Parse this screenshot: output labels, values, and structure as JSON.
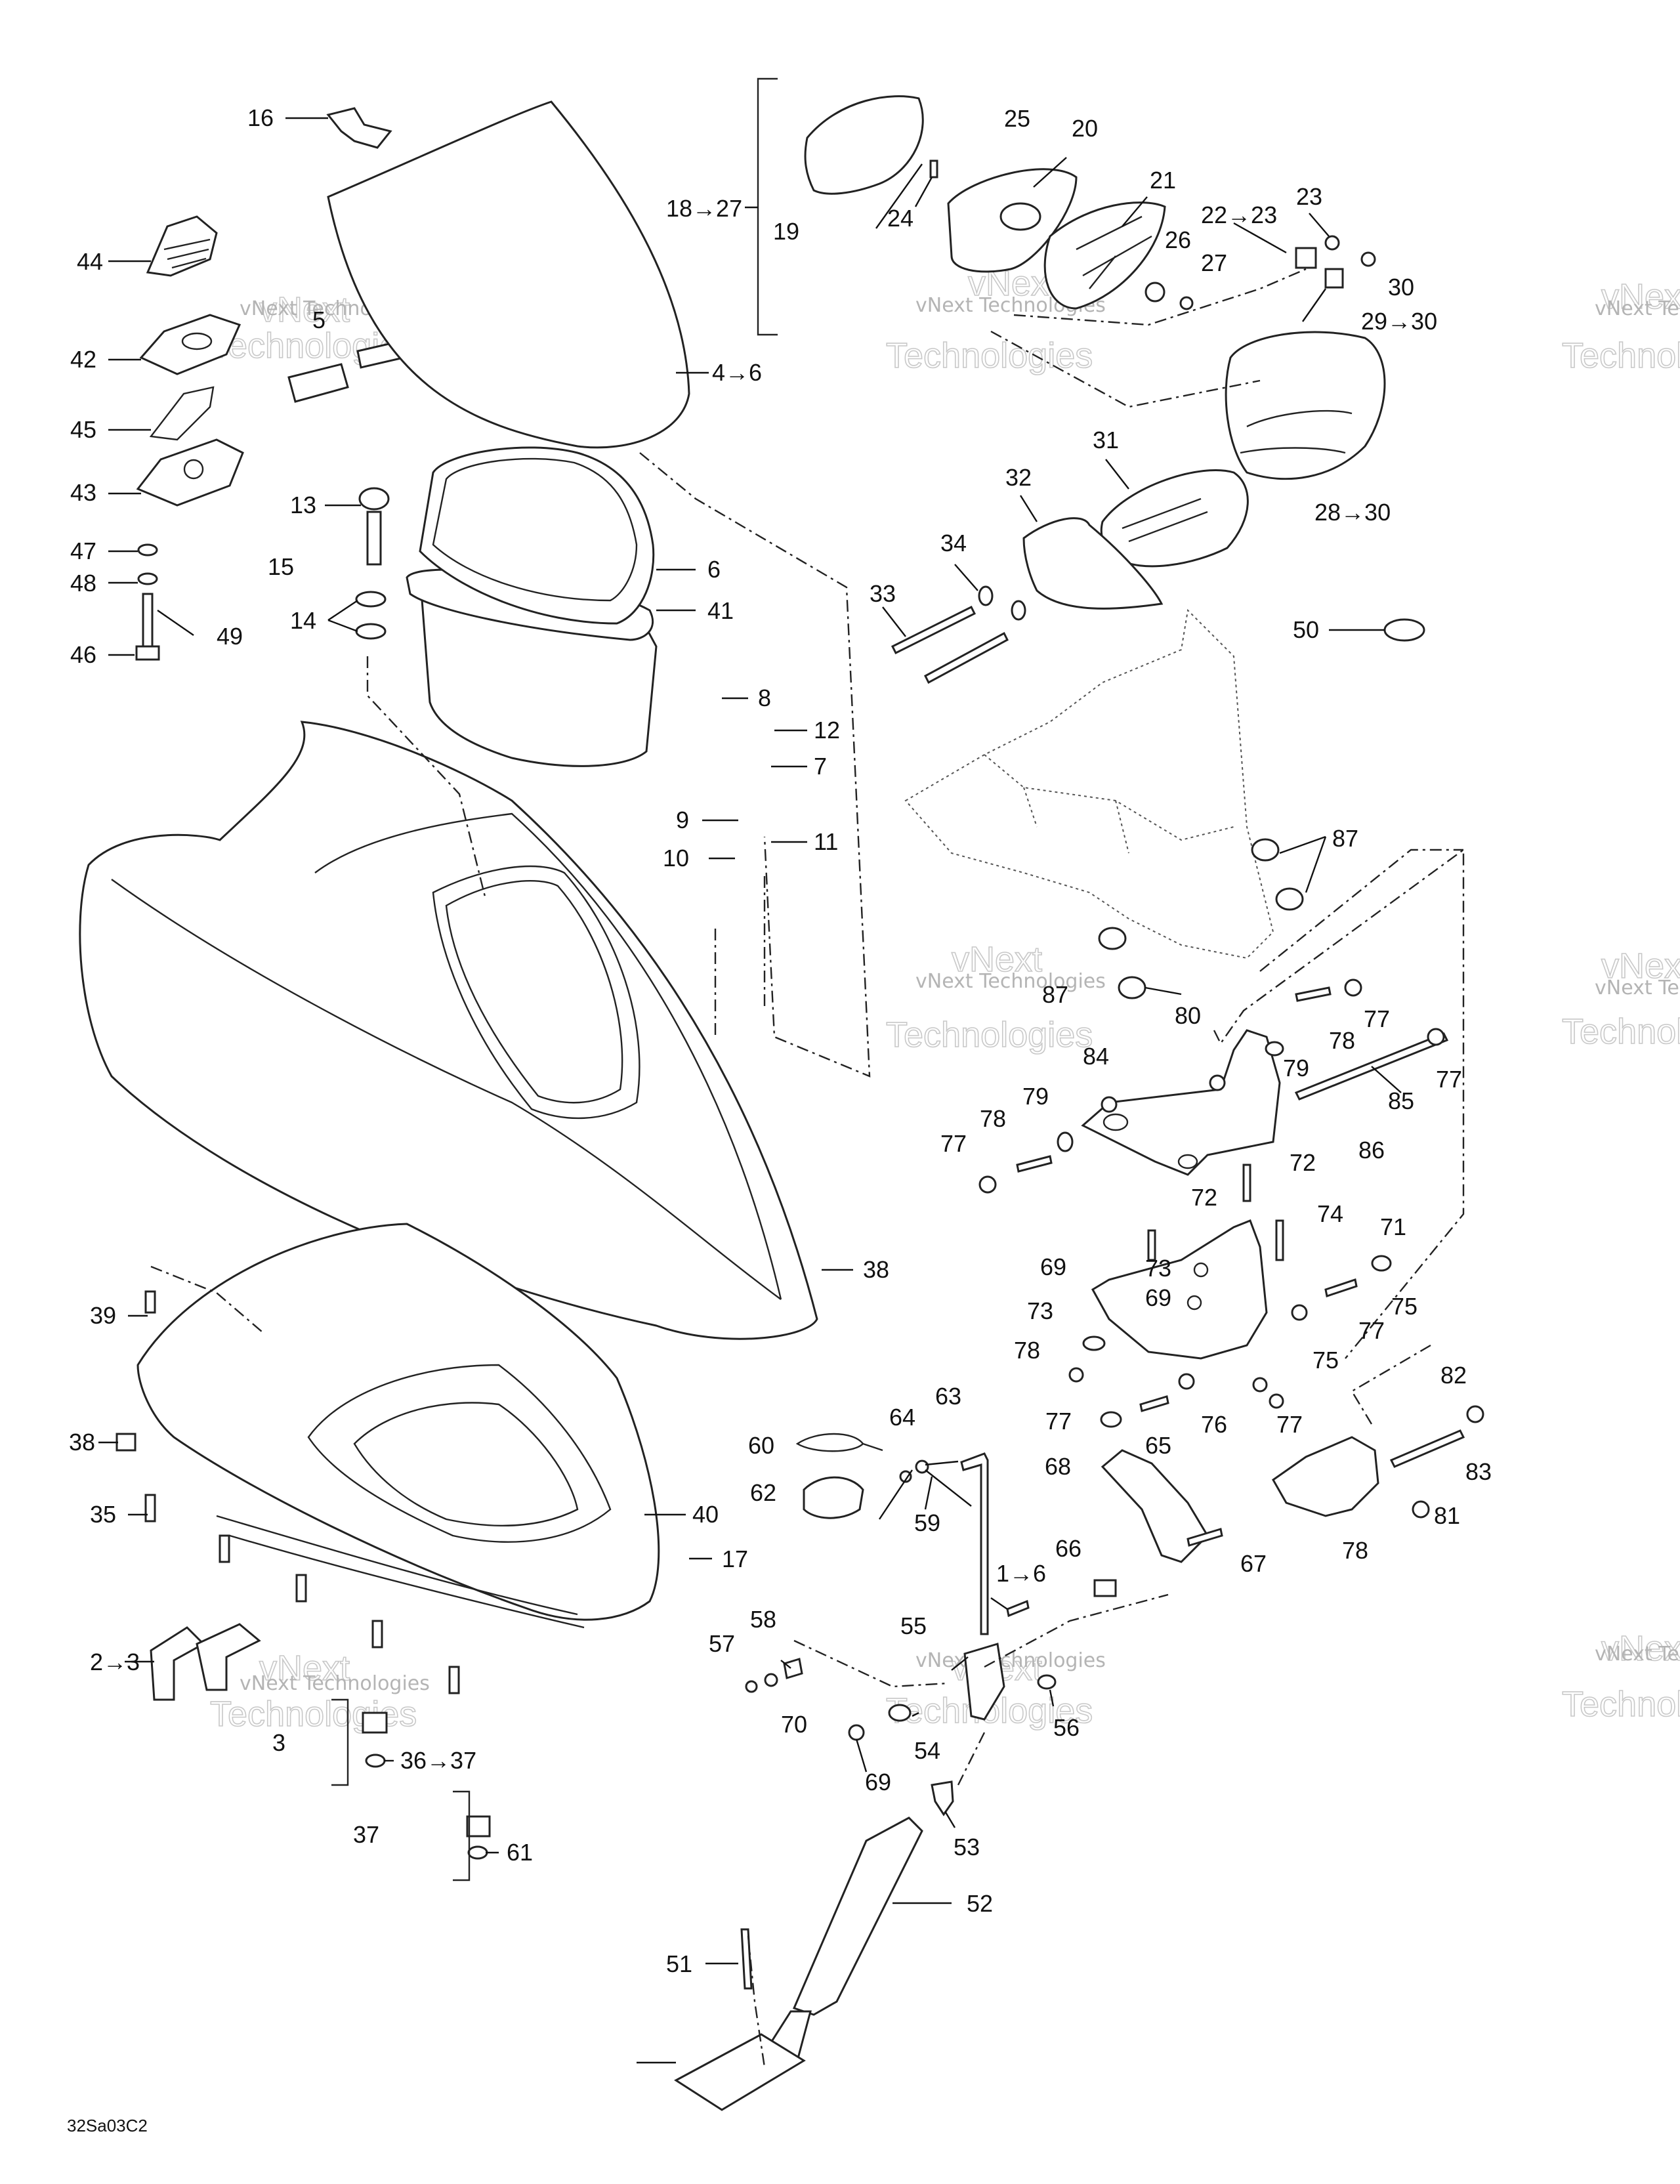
{
  "diagram_code": "32Sa03C2",
  "watermark": {
    "line1": "vNext Technologies",
    "line2": "vNext",
    "line3": "Technologies"
  },
  "callouts": [
    "16",
    "44",
    "42",
    "45",
    "43",
    "47",
    "48",
    "46",
    "49",
    "5",
    "13",
    "15",
    "14",
    "4→6",
    "6",
    "41",
    "18→27",
    "19",
    "24",
    "25",
    "20",
    "21",
    "22→23",
    "23",
    "26",
    "27",
    "29→30",
    "30",
    "28→30",
    "31",
    "32",
    "33",
    "34",
    "50",
    "8",
    "12",
    "7",
    "9",
    "10",
    "11",
    "87",
    "87",
    "80",
    "77",
    "78",
    "79",
    "77",
    "85",
    "86",
    "77",
    "78",
    "79",
    "84",
    "72",
    "72",
    "74",
    "71",
    "69",
    "73",
    "69",
    "73",
    "78",
    "77",
    "75",
    "75",
    "76",
    "77",
    "82",
    "83",
    "81",
    "78",
    "65",
    "68",
    "67",
    "66",
    "55",
    "56",
    "1→6",
    "38",
    "39",
    "38",
    "35",
    "40",
    "17",
    "2→3",
    "3",
    "36→37",
    "37",
    "61",
    "60",
    "62",
    "63",
    "64",
    "59",
    "58",
    "57",
    "70",
    "69",
    "54",
    "53",
    "52",
    "51"
  ]
}
